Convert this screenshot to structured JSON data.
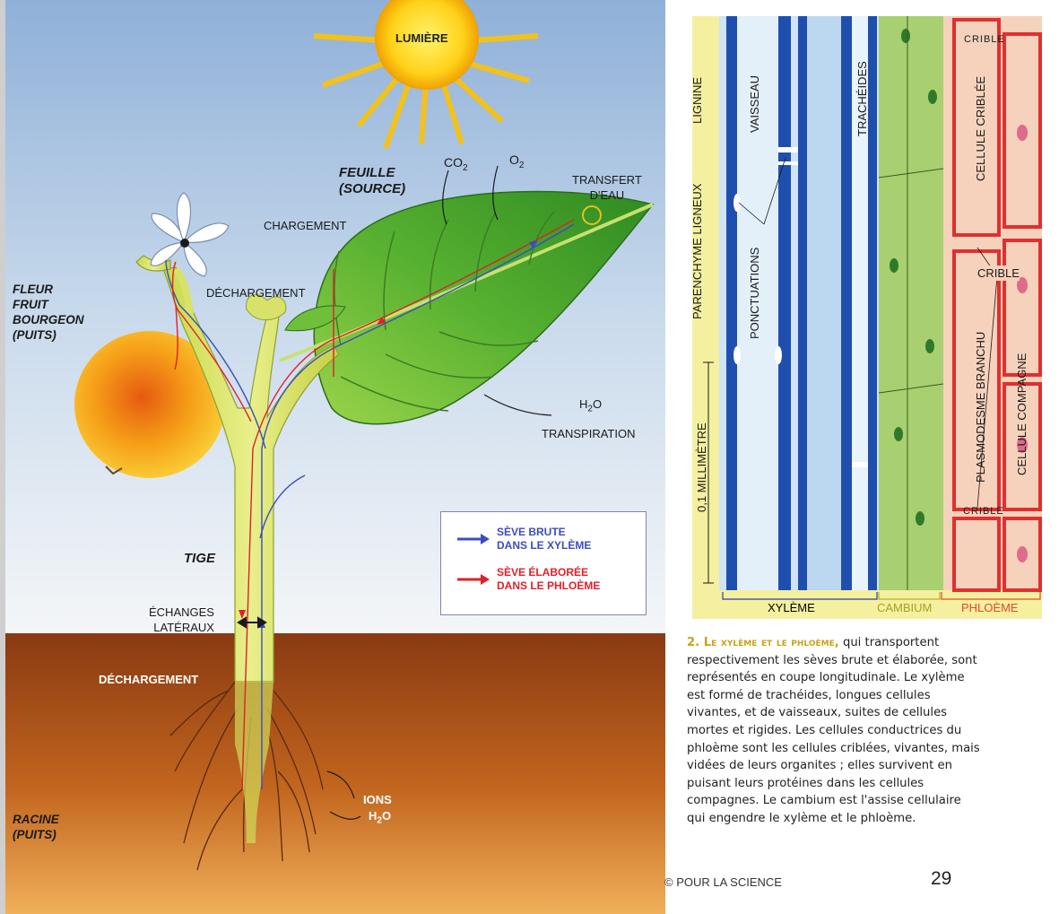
{
  "left": {
    "lumiere": "LUMIÈRE",
    "feuille": "FEUILLE\n(SOURCE)",
    "co2": "CO",
    "co2_sub": "2",
    "o2": "O",
    "o2_sub": "2",
    "transfert": "TRANSFERT\nD'EAU",
    "chargement": "CHARGEMENT",
    "dechargement_top": "DÉCHARGEMENT",
    "fleur": "FLEUR\nFRUIT\nBOURGEON\n(PUITS)",
    "h2o_leaf": "H",
    "h2o_leaf_sub": "2",
    "h2o_leaf_end": "O",
    "transpiration": "TRANSPIRATION",
    "tige": "TIGE",
    "echanges": "ÉCHANGES\nLATÉRAUX",
    "dechargement_root": "DÉCHARGEMENT",
    "racine": "RACINE\n(PUITS)",
    "ions": "IONS",
    "h2o_root": "H",
    "h2o_root_sub": "2",
    "h2o_root_end": "O",
    "legend": {
      "xylem": "SÈVE BRUTE\nDANS LE XYLÈME",
      "phloem": "SÈVE ÉLABORÉE\nDANS LE PHLOÈME",
      "xylem_color": "#3b4cc0",
      "phloem_color": "#e0202a"
    }
  },
  "right": {
    "lignine": "LIGNINE",
    "vaisseau": "VAISSEAU",
    "tracheides": "TRACHÉIDES",
    "parenchyme": "PARENCHYME LIGNEUX",
    "ponctuations": "PONCTUATIONS",
    "millimetre": "0,1 MILLIMÈTRE",
    "cellule_criblee": "CELLULE CRIBLÉE",
    "crible_top": "CRIBLE",
    "crible_bottom": "CRIBLE",
    "plasmodesme": "PLASMODESME BRANCHU",
    "cellule_compagne": "CELLULE COMPAGNE",
    "xyleme": "XYLÈME",
    "cambium": "CAMBIUM",
    "phloeme": "PHLOÈME",
    "xyleme_color": "#2a3fa0",
    "cambium_color": "#b8b020",
    "phloeme_color": "#e8482a"
  },
  "caption": {
    "head": "2. Le xylème et le phloème,",
    "body": " qui transportent respectivement les sèves brute et élaborée, sont représentés en coupe longitudinale. Le xylème est formé de trachéides, longues cellules vivantes, et de vaisseaux, suites de cellules mortes et rigides. Les cellules conductrices du phloème sont les cellules criblées, vivantes, mais vidées de leurs organites ; elles survivent en puisant leurs protéines dans les cellules compagnes. Le cambium est l'assise cellulaire qui engendre le xylème et le phloème."
  },
  "footer": {
    "credit": "© POUR LA SCIENCE",
    "page": "29"
  }
}
